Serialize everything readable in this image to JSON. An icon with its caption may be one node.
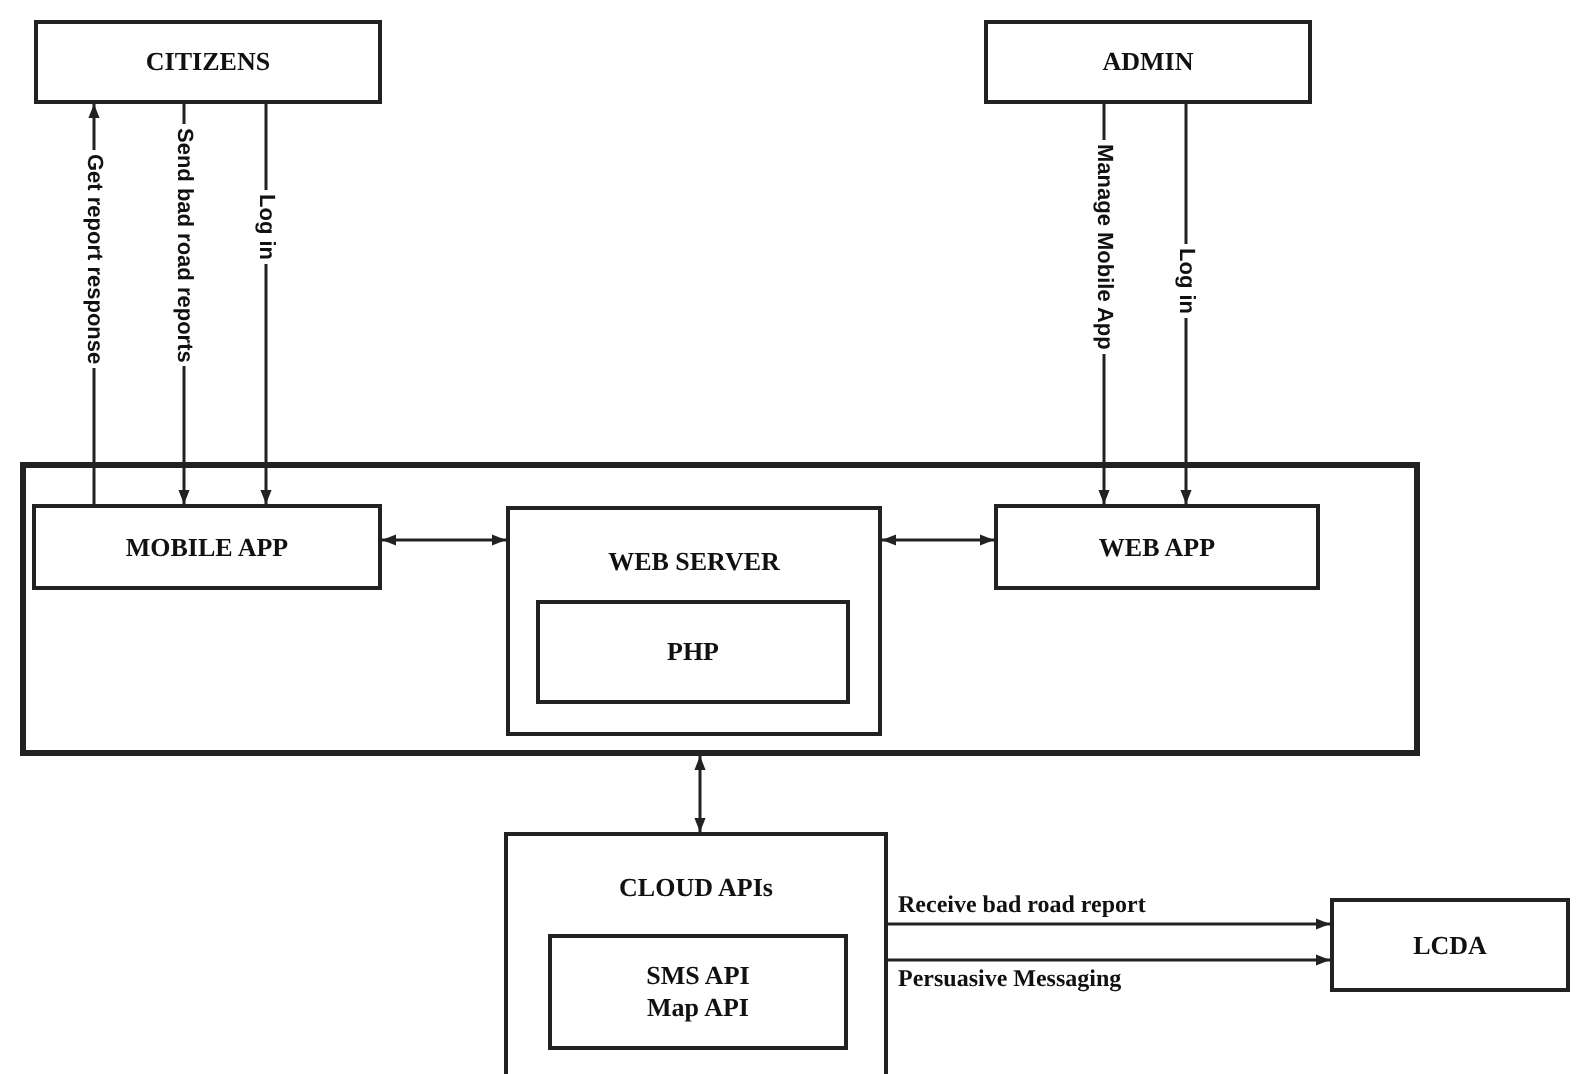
{
  "diagram": {
    "nodes": [
      {
        "text": [
          "CITIZENS"
        ]
      },
      {
        "text": [
          "ADMIN"
        ]
      },
      {
        "text": [],
        "shape": "box"
      },
      {
        "text": [
          "MOBILE APP"
        ],
        "in": 2
      },
      {
        "text": [
          "WEB SERVER"
        ],
        "in": 2
      },
      {
        "text": [
          "PHP"
        ],
        "in": 4
      },
      {
        "text": [
          "WEB APP"
        ],
        "in": 2
      },
      {
        "text": [
          "CLOUD APIs"
        ]
      },
      {
        "text": [
          "SMS API Map API"
        ],
        "in": 7
      },
      {
        "text": [
          "LCDA"
        ]
      }
    ],
    "edges": [
      {
        "from": 3,
        "to": 0,
        "arrow": "to",
        "label": "Get report response"
      },
      {
        "from": 0,
        "to": 3,
        "arrow": "to",
        "label": "Send bad road reports"
      },
      {
        "from": 0,
        "to": 3,
        "arrow": "to",
        "label": "Log in"
      },
      {
        "from": 1,
        "to": 6,
        "arrow": "to",
        "label": "Manage Mobile App"
      },
      {
        "from": 1,
        "to": 6,
        "arrow": "to",
        "label": "Log in"
      },
      {
        "from": 3,
        "to": 4,
        "arrow": "both"
      },
      {
        "from": 4,
        "to": 6,
        "arrow": "both"
      },
      {
        "from": 2,
        "to": 7,
        "arrow": "both"
      },
      {
        "from": 7,
        "to": 9,
        "arrow": "to",
        "label": "Receive bad road report"
      },
      {
        "from": 7,
        "to": 9,
        "arrow": "to",
        "label": "Persuasive Messaging"
      }
    ]
  }
}
